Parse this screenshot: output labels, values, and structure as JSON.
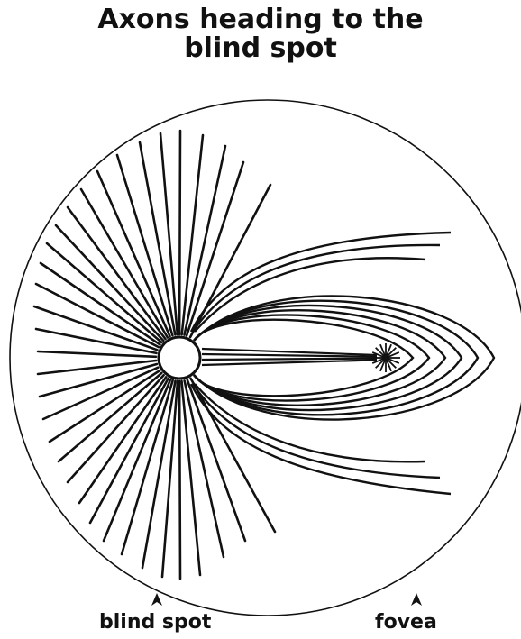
{
  "title": {
    "line1": "Axons heading to the",
    "line2": "blind spot"
  },
  "markers": {
    "blind_spot": "blind spot",
    "fovea": "fovea"
  },
  "colors": {
    "ink": "#111111",
    "background": "#ffffff"
  }
}
